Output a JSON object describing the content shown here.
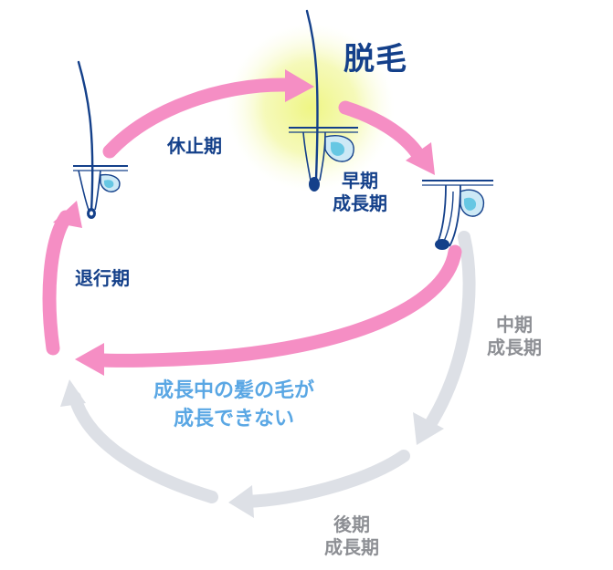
{
  "stages": {
    "hair_removal": "脱毛",
    "telogen": "休止期",
    "early_anagen": [
      "早期",
      "成長期"
    ],
    "mid_anagen": [
      "中期",
      "成長期"
    ],
    "late_anagen": [
      "後期",
      "成長期"
    ],
    "catagen": "退行期"
  },
  "note": [
    "成長中の髪の毛が",
    "成長できない"
  ],
  "colors": {
    "pink": "#f58ec4",
    "gray": "#dde0e6",
    "navy": "#14408a",
    "light_blue": "#5aa7e4",
    "glow": "#eef57e"
  }
}
